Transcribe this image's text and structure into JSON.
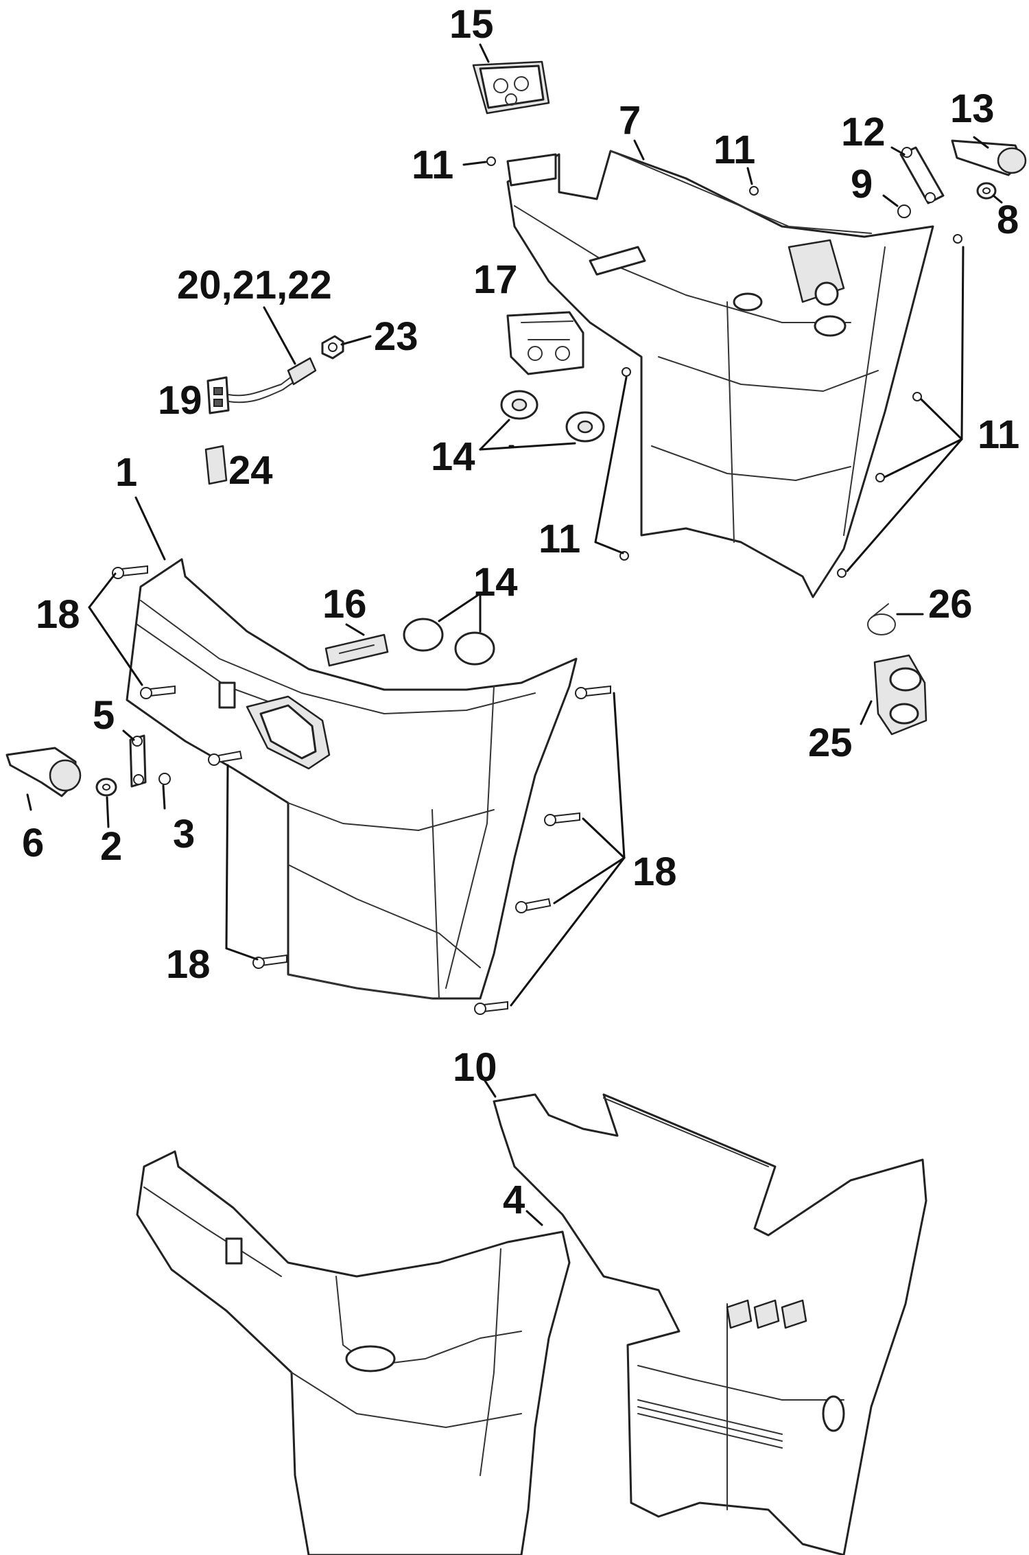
{
  "labels": {
    "l1": "1",
    "l2": "2",
    "l3": "3",
    "l4": "4",
    "l5": "5",
    "l6": "6",
    "l7": "7",
    "l8": "8",
    "l9": "9",
    "l10": "10",
    "l11a": "11",
    "l11b": "11",
    "l11c": "11",
    "l11d": "11",
    "l12": "12",
    "l13": "13",
    "l14a": "14",
    "l14b": "14",
    "l15": "15",
    "l16": "16",
    "l17": "17",
    "l18a": "18",
    "l18b": "18",
    "l18c": "18",
    "l19": "19",
    "l20": "20,21,22",
    "l23": "23",
    "l24": "24",
    "l25": "25",
    "l26": "26"
  },
  "colors": {
    "line": "#222222",
    "fill": "#ffffff",
    "shade": "#e6e6e6"
  }
}
